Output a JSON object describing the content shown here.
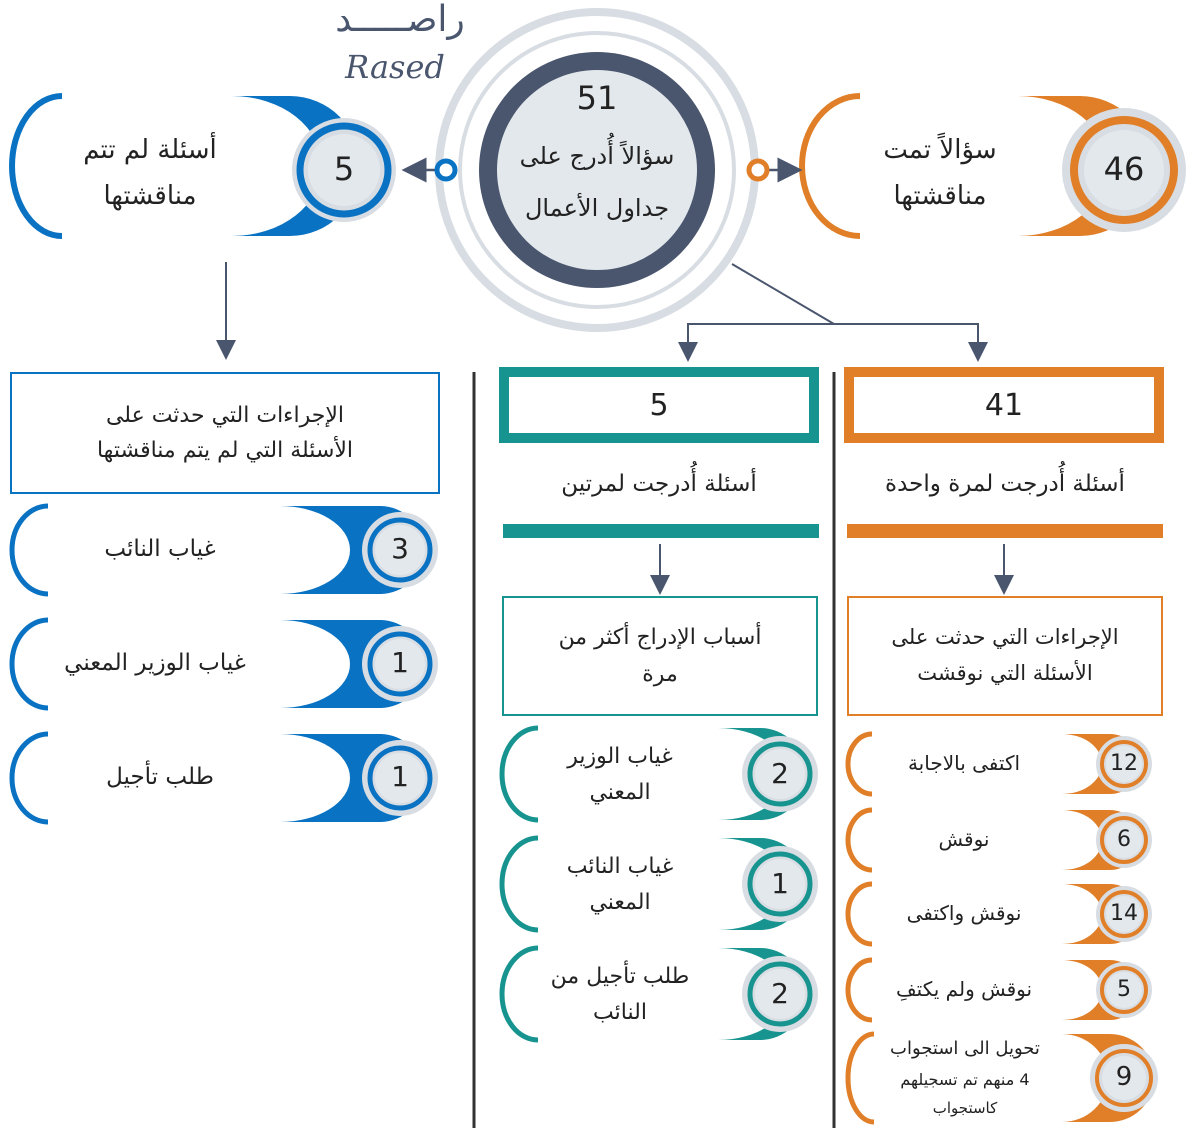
{
  "brand": {
    "arabic": "راصـــــد",
    "latin": "Rased"
  },
  "colors": {
    "blue": "#0A72C2",
    "teal": "#17948F",
    "orange": "#E07F28",
    "navy": "#4A566E",
    "gray": "#D8DDE3",
    "circle_fill": "#E3E8EC"
  },
  "center": {
    "number": "51",
    "line1": "سؤالاً أُدرج على",
    "line2": "جداول الأعمال"
  },
  "left_top": {
    "number": "5",
    "line1": "أسئلة لم تتم",
    "line2": "مناقشتها"
  },
  "right_top": {
    "number": "46",
    "line1": "سؤالاً تمت",
    "line2": "مناقشتها"
  },
  "left_col": {
    "header_line1": "الإجراءات التي حدثت على",
    "header_line2": "الأسئلة التي لم يتم مناقشتها",
    "items": [
      {
        "number": "3",
        "label": "غياب النائب"
      },
      {
        "number": "1",
        "label": "غياب الوزير المعني"
      },
      {
        "number": "1",
        "label": "طلب تأجيل"
      }
    ]
  },
  "mid_col": {
    "count": "5",
    "subtitle": "أسئلة أُدرجت لمرتين",
    "reasons_line1": "أسباب الإدراج أكثر من",
    "reasons_line2": "مرة",
    "items": [
      {
        "number": "2",
        "line1": "غياب الوزير",
        "line2": "المعني"
      },
      {
        "number": "1",
        "line1": "غياب النائب",
        "line2": "المعني"
      },
      {
        "number": "2",
        "line1": "طلب تأجيل من",
        "line2": "النائب"
      }
    ]
  },
  "right_col": {
    "count": "41",
    "subtitle": "أسئلة أُدرجت لمرة واحدة",
    "header_line1": "الإجراءات التي حدثت على",
    "header_line2": "الأسئلة التي نوقشت",
    "items": [
      {
        "number": "12",
        "label": "اكتفى بالاجابة"
      },
      {
        "number": "6",
        "label": "نوقش"
      },
      {
        "number": "14",
        "label": "نوقش واكتفى"
      },
      {
        "number": "5",
        "label": "نوقش ولم يكتفِ"
      },
      {
        "number": "9",
        "line1": "تحويل الى استجواب",
        "line2": "4 منهم تم تسجيلهم",
        "line3": "كاستجواب"
      }
    ]
  }
}
